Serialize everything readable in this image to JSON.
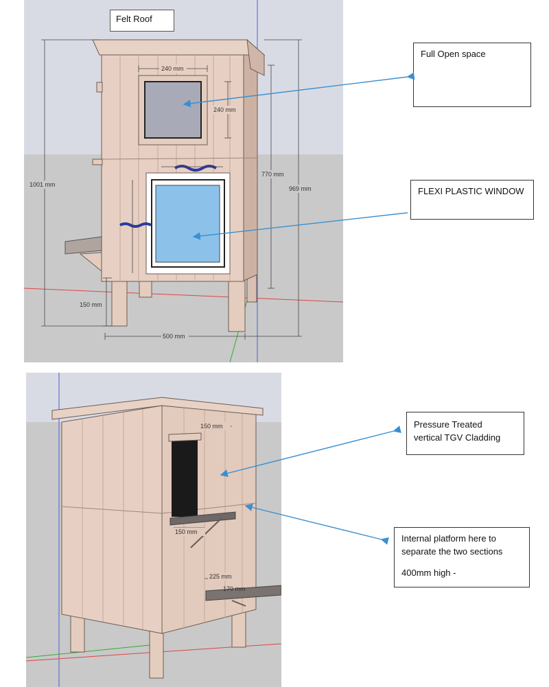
{
  "labels": {
    "roof": "Felt Roof",
    "open_space": "Full Open space",
    "flexi_window": "FLEXI PLASTIC WINDOW",
    "cladding_line1": "Pressure Treated",
    "cladding_line2": "vertical TGV Cladding",
    "platform_line1": "Internal platform here to",
    "platform_line2": "separate the two sections",
    "platform_line3": "400mm high -"
  },
  "dimensions_top": {
    "opening_width": "240 mm",
    "opening_height": "240 mm",
    "total_height": "1001 mm",
    "body_height": "770 mm",
    "side_height": "969 mm",
    "leg_height": "150 mm",
    "width": "500 mm"
  },
  "dimensions_bottom": {
    "shelf_top": "150 mm",
    "shelf_mid": "150 mm",
    "perch_height": "225 mm",
    "perch_width": "170 mm"
  },
  "colors": {
    "sky": "#d9dbe4",
    "ground": "#c9c9c9",
    "wood": "#e7d0c3",
    "wood_dark": "#cdb2a4",
    "glass_grey": "#a9aab7",
    "glass_blue": "#8cc2ea",
    "arrow": "#3a8fd1",
    "marker": "#2c3a9c"
  }
}
